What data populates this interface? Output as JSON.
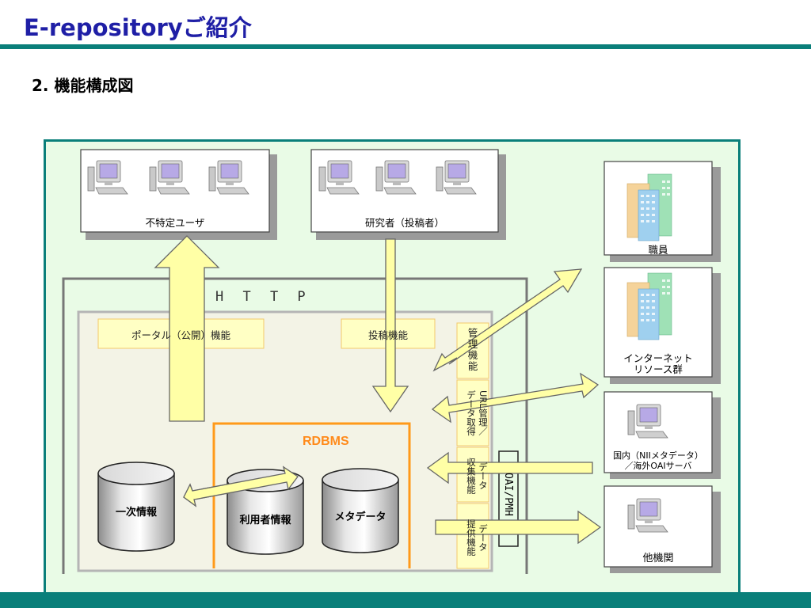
{
  "header": {
    "title": "E-repositoryご紹介",
    "subtitle": "2. 機能構成図"
  },
  "diagram": {
    "http_label": "H T T P",
    "rdbms_label": "RDBMS",
    "user_groups": [
      {
        "label": "不特定ユーザ",
        "icon": "computer-icon"
      },
      {
        "label": "研究者（投稿者）",
        "icon": "computer-icon"
      }
    ],
    "functions": {
      "portal": "ポータル（公開）機能",
      "submission": "投稿機能"
    },
    "side_functions": [
      {
        "lines": [
          "管",
          "理",
          "機",
          "能"
        ]
      },
      {
        "lines": [
          "URL管理／",
          "データ取得"
        ]
      },
      {
        "lines": [
          "データ",
          "収集機能"
        ]
      },
      {
        "lines": [
          "データ",
          "提供機能"
        ]
      }
    ],
    "oai_label": "OAI/PMH",
    "databases": [
      {
        "label": "一次情報"
      },
      {
        "label": "利用者情報"
      },
      {
        "label": "メタデータ"
      }
    ],
    "external_nodes": [
      {
        "lines": [
          "職員"
        ],
        "icon": "building-icon"
      },
      {
        "lines": [
          "インターネット",
          "リソース群"
        ],
        "icon": "building-icon"
      },
      {
        "lines": [
          "国内（NIIメタデータ）",
          "／海外OAIサーバ"
        ],
        "icon": "computer-icon"
      },
      {
        "lines": [
          "他機関"
        ],
        "icon": "computer-icon"
      }
    ],
    "colors": {
      "frame_border": "#0a7f7a",
      "frame_fill": "#e9fbe6",
      "arrow_fill": "#ffffa6",
      "rdbms_border": "#ff9a1a",
      "function_fill": "#ffffc4"
    }
  }
}
